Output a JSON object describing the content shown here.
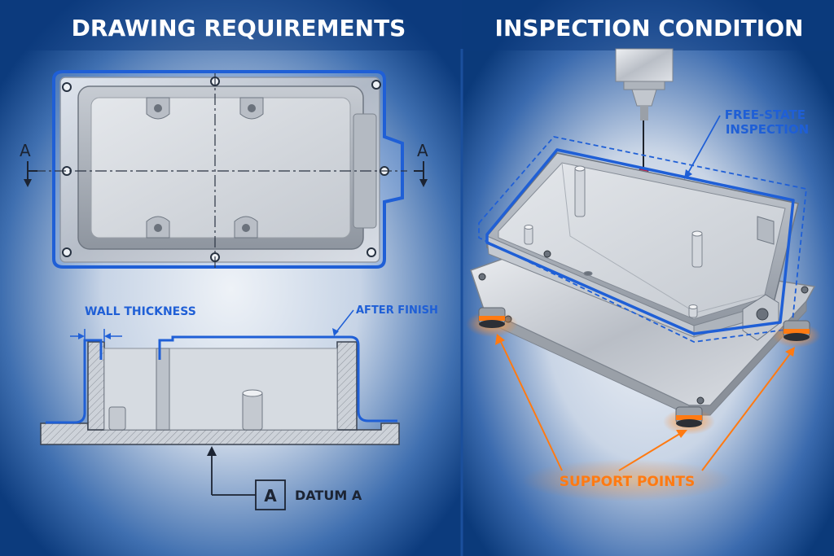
{
  "titles": {
    "left": "DRAWING REQUIREMENTS",
    "right": "INSPECTION CONDITION"
  },
  "plan_view": {
    "section_label_left": "A",
    "section_label_right": "A"
  },
  "section_view": {
    "wall_thickness": "WALL THICKNESS",
    "after_finish": "AFTER FINISH",
    "datum_symbol": "A",
    "datum_label": "DATUM A"
  },
  "inspection": {
    "free_state": "FREE-STATE INSPECTION",
    "support_points": "SUPPORT POINTS"
  },
  "colors": {
    "background_edge": "#0b3a7a",
    "panel_glow": "#dfe8f3",
    "outline_blue": "#1f5fd6",
    "orange": "#ff7a12",
    "metal": "#c9ced5"
  }
}
